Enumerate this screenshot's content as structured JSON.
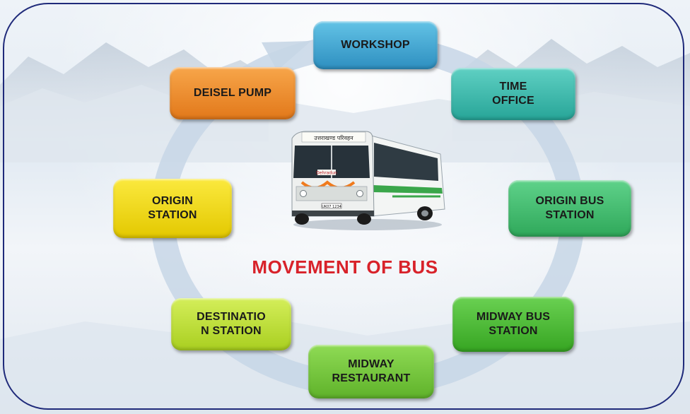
{
  "title": "MOVEMENT OF BUS",
  "colors": {
    "title": "#d8222a",
    "frame": "#1f2a7a",
    "cycle_arrow": "#c7d6e6"
  },
  "stations": {
    "workshop": "WORKSHOP",
    "time_office": "TIME\nOFFICE",
    "origin_bus_station": "ORIGIN BUS\nSTATION",
    "midway_bus_station": "MIDWAY BUS\nSTATION",
    "midway_restaurant": "MIDWAY\nRESTAURANT",
    "destination_station": "DESTINATIO\nN STATION",
    "origin_station": "ORIGIN\nSTATION",
    "diesel_pump": "DEISEL PUMP"
  },
  "bus_image": {
    "icon": "bus-icon",
    "roof_sign": "उत्तराखण्ड परिवहन",
    "destination_board": "Dehradun",
    "number_plate": "UK07 1234"
  }
}
